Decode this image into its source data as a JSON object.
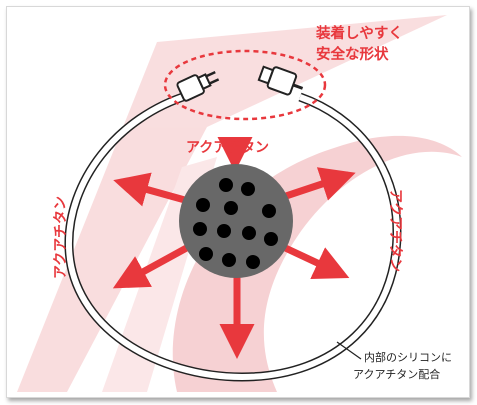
{
  "labels": {
    "callout_line1": "装着しやすく",
    "callout_line2": "安全な形状",
    "top": "アクアチタン",
    "left": "アクアチタン",
    "right": "アクアチタン",
    "inner_note_line1": "内部のシリコンに",
    "inner_note_line2": "アクアチタン配合"
  },
  "colors": {
    "accent_red": "#e8383d",
    "swoosh_pink": "#f7d3d5",
    "ball_gray": "#666666",
    "dot_black": "#000000"
  },
  "icons": {
    "clasp_left": "plug-clasp-icon",
    "clasp_right": "plug-socket-icon"
  }
}
